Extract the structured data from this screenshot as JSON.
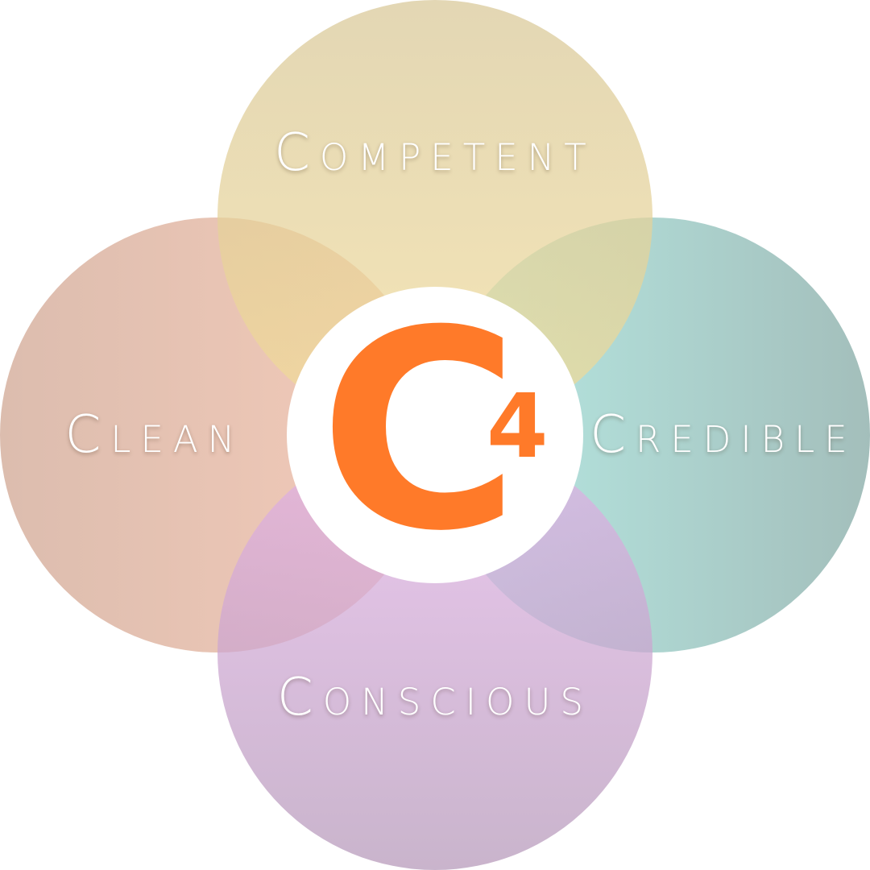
{
  "diagram": {
    "type": "four-petal-venn",
    "petals": [
      {
        "id": "competent",
        "label": "Competent",
        "color": "#e6d29a"
      },
      {
        "id": "clean",
        "label": "Clean",
        "color": "#e3b9a4"
      },
      {
        "id": "credible",
        "label": "Credible",
        "color": "#a7d6cf"
      },
      {
        "id": "conscious",
        "label": "Conscious",
        "color": "#caa6cf"
      }
    ],
    "center_logo": {
      "letter": "C",
      "superscript": "4",
      "color": "#ff7a29",
      "background": "#ffffff"
    }
  }
}
